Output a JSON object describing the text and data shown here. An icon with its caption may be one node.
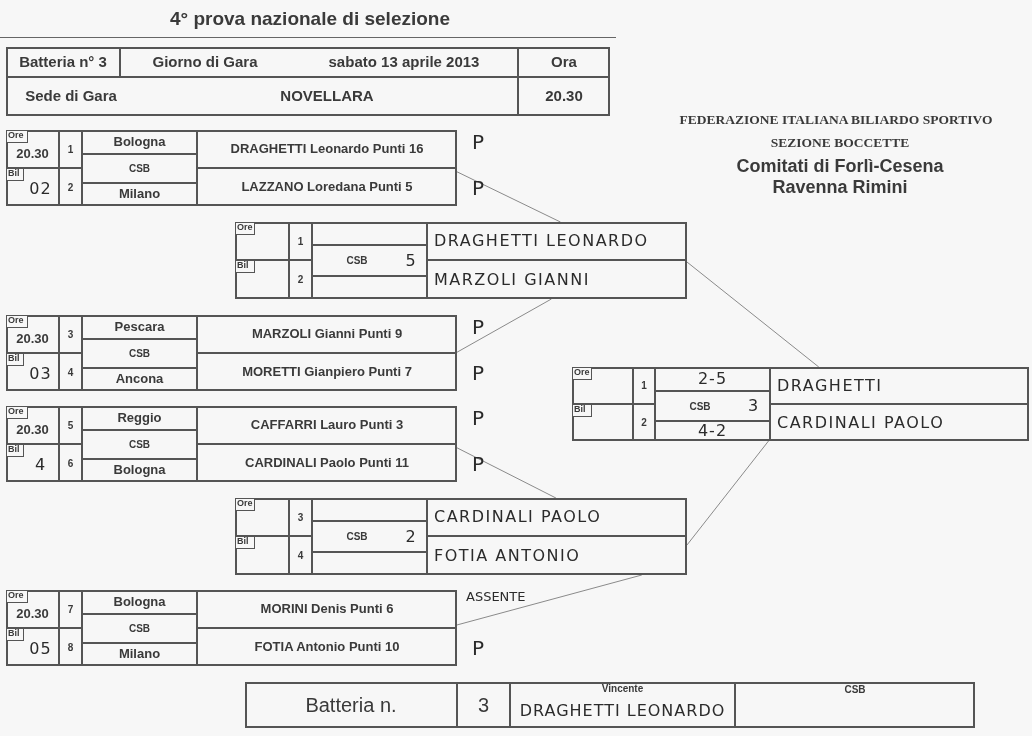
{
  "diagram": {
    "title": "4° prova nazionale di selezione",
    "nodes": [
      {
        "text": [
          "Batteria n° 3",
          "Giorno di Gara",
          "sabato 13 aprile 2013",
          "Ora",
          "Sede di Gara",
          "NOVELLARA",
          "20.30"
        ]
      },
      {
        "text": [
          "Ore",
          "20.30",
          "Bil",
          "02",
          "1",
          "2",
          "Bologna",
          "CSB",
          "Milano",
          "DRAGHETTI Leonardo Punti 16",
          "LAZZANO Loredana Punti 5"
        ],
        "beside": [
          "P",
          "P"
        ]
      },
      {
        "text": [
          "Ore",
          "Bil",
          "1",
          "2",
          "CSB",
          "5",
          "DRAGHETTI LEONARDO",
          "MARZOLI GIANNI"
        ]
      },
      {
        "text": [
          "Ore",
          "20.30",
          "Bil",
          "03",
          "3",
          "4",
          "Pescara",
          "CSB",
          "Ancona",
          "MARZOLI Gianni Punti 9",
          "MORETTI Gianpiero Punti 7"
        ],
        "beside": [
          "P",
          "P"
        ]
      },
      {
        "text": [
          "Ore",
          "20.30",
          "Bil",
          "4",
          "5",
          "6",
          "Reggio",
          "CSB",
          "Bologna",
          "CAFFARRI Lauro Punti 3",
          "CARDINALI Paolo Punti 11"
        ],
        "beside": [
          "P",
          "P"
        ]
      },
      {
        "text": [
          "Ore",
          "Bil",
          "1",
          "2",
          "2-5",
          "CSB",
          "3",
          "4-2",
          "DRAGHETTI",
          "CARDINALI PAOLO"
        ]
      },
      {
        "text": [
          "Ore",
          "Bil",
          "3",
          "4",
          "CSB",
          "2",
          "CARDINALI PAOLO",
          "FOTIA ANTONIO"
        ]
      },
      {
        "text": [
          "Ore",
          "20.30",
          "Bil",
          "05",
          "7",
          "8",
          "Bologna",
          "CSB",
          "Milano",
          "MORINI Denis Punti 6",
          "FOTIA Antonio Punti 10"
        ],
        "beside": [
          "ASSENTE",
          "P"
        ]
      },
      {
        "text": [
          "Batteria n.",
          "3",
          "Vincente",
          "DRAGHETTI LEONARDO",
          "CSB"
        ]
      }
    ],
    "edges": [
      {
        "from": 1,
        "to": 2,
        "arrow": "none"
      },
      {
        "from": 3,
        "to": 2,
        "arrow": "none"
      },
      {
        "from": 4,
        "to": 6,
        "arrow": "none"
      },
      {
        "from": 7,
        "to": 6,
        "arrow": "none"
      },
      {
        "from": 2,
        "to": 5,
        "arrow": "none"
      },
      {
        "from": 6,
        "to": 5,
        "arrow": "none"
      }
    ],
    "labels": [
      "FEDERAZIONE ITALIANA BILIARDO SPORTIVO",
      "SEZIONE BOCCETTE",
      "Comitati di Forlì-Cesena Ravenna Rimini"
    ]
  }
}
